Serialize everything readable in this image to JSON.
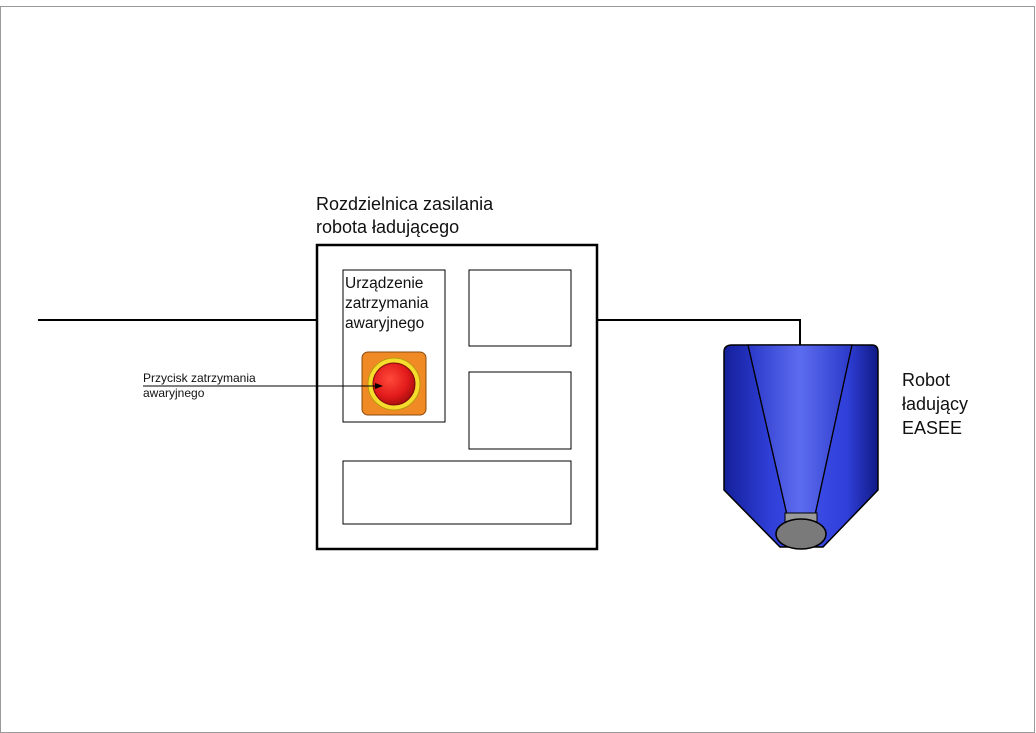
{
  "diagram": {
    "switchboard_title": [
      "Rozdzielnica zasilania",
      "robota ładującego"
    ],
    "emergency_device_label": [
      "Urządzenie",
      "zatrzymania",
      "awaryjnego"
    ],
    "emergency_button_label": [
      "Przycisk zatrzymania",
      "awaryjnego"
    ],
    "robot_label": [
      "Robot",
      "ładujący",
      "EASEE"
    ]
  },
  "colors": {
    "stop_button_housing": "#f08a24",
    "stop_button_ring": "#f6dc2c",
    "stop_button_red": "#e31b1b",
    "robot_body": "#2f3fd8",
    "robot_body_dark": "#14209a",
    "robot_body_light": "#5d6cf0",
    "robot_connector": "#7a7a7a",
    "line": "#000000"
  },
  "icons": {
    "emergency_stop": "emergency-stop-button-icon",
    "charger": "ev-charger-icon"
  }
}
